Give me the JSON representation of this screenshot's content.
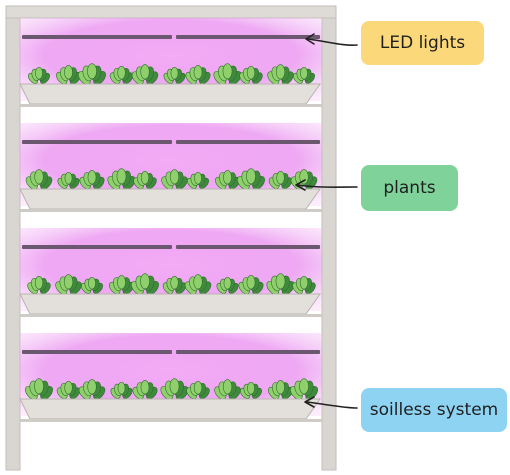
{
  "labels": {
    "led": "LED lights",
    "plants": "plants",
    "soilless": "soilless system"
  },
  "colors": {
    "frame": "#d6d3cf",
    "frame_edge": "#bdb9b4",
    "glow": "#e98bf0",
    "led_bar": "#6b5870",
    "leaf_dark": "#3f8a3c",
    "leaf_light": "#8fcf6c",
    "callout_led": "#fbd97a",
    "callout_plants": "#7fd39a",
    "callout_soilless": "#8fd3f2",
    "arrow": "#222222"
  }
}
